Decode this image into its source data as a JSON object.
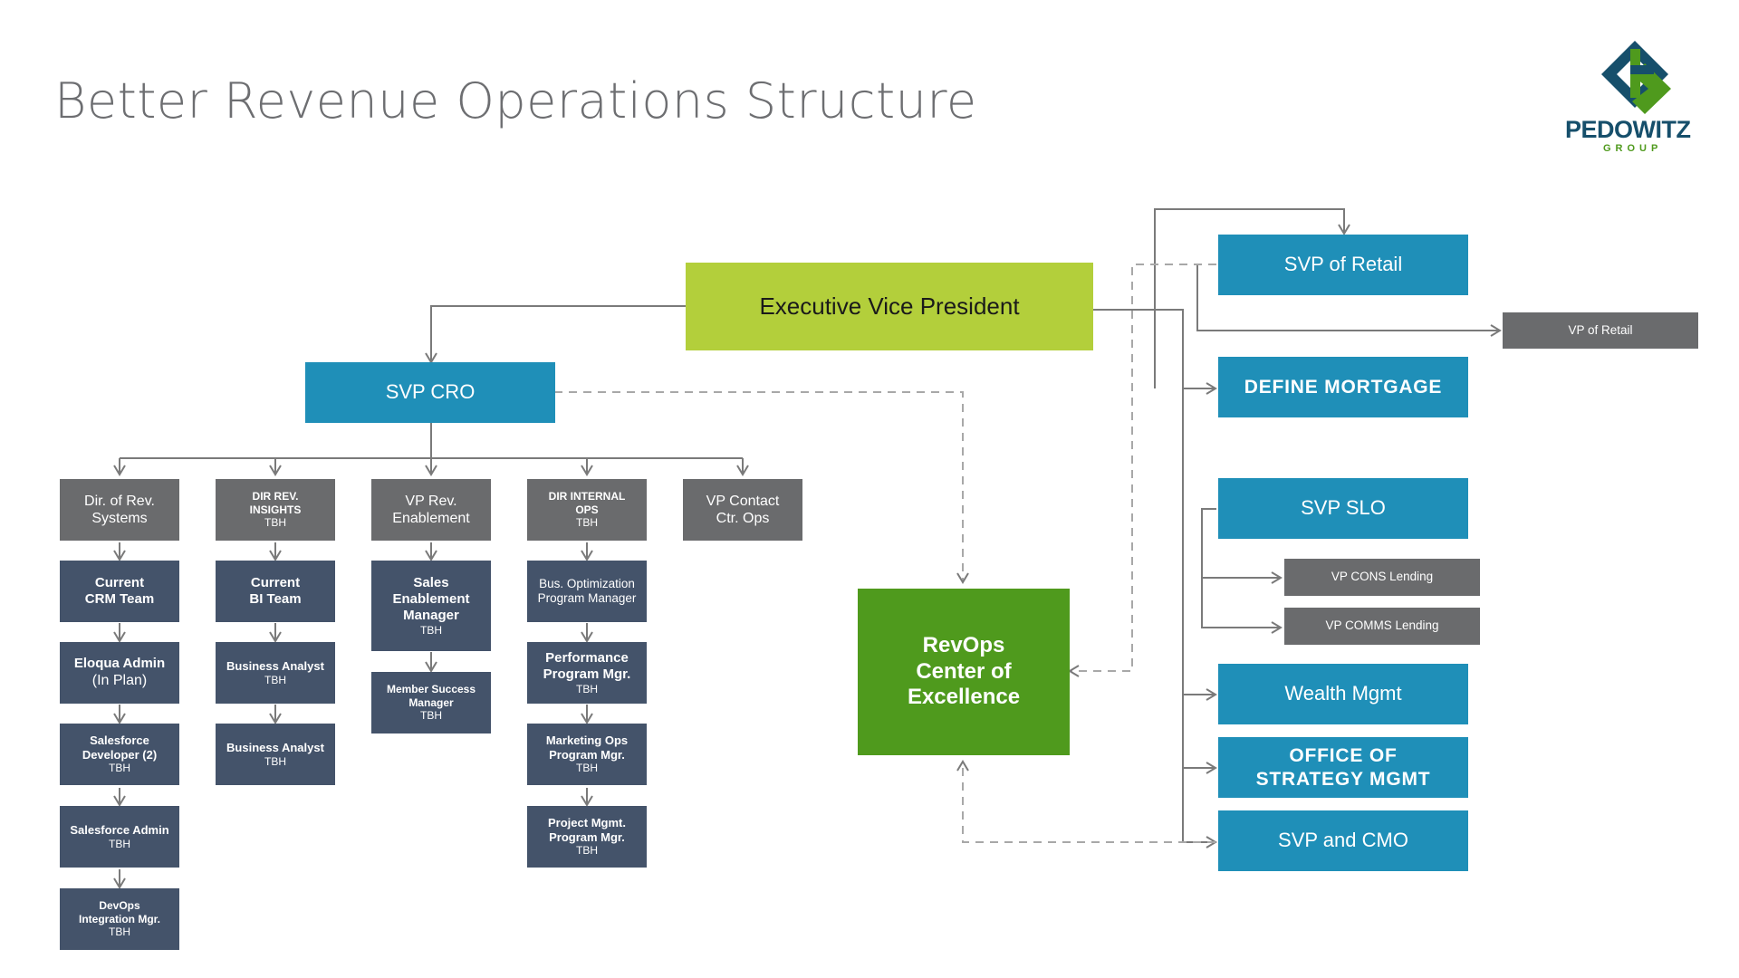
{
  "title": "Better Revenue Operations Structure",
  "logo": {
    "name": "PEDOWITZ",
    "sub": "GROUP"
  },
  "colors": {
    "blue": "#1f8fb8",
    "lime": "#b3cf3b",
    "green": "#4f9a1d",
    "grey": "#6a6b6d",
    "navy": "#44536a",
    "line": "#7a7a7a"
  },
  "evp": "Executive Vice President",
  "svp_cro": "SVP CRO",
  "coe": {
    "line1": "RevOps",
    "line2": "Center of",
    "line3": "Excellence"
  },
  "right": {
    "svp_retail": "SVP of Retail",
    "vp_retail": "VP of Retail",
    "define_mortgage": "DEFINE MORTGAGE",
    "svp_slo": "SVP SLO",
    "vp_cons": "VP CONS Lending",
    "vp_comms": "VP COMMS Lending",
    "wealth": "Wealth Mgmt",
    "strategy_line1": "OFFICE OF",
    "strategy_line2": "STRATEGY MGMT",
    "svp_cmo": "SVP and CMO"
  },
  "col1": {
    "head_l1": "Dir. of Rev.",
    "head_l2": "Systems",
    "crm_l1": "Current",
    "crm_l2": "CRM Team",
    "eloqua_l1": "Eloqua Admin",
    "eloqua_l2": "(In Plan)",
    "sfdev_l1": "Salesforce",
    "sfdev_l2": "Developer (2)",
    "sfdev_tbh": "TBH",
    "sfadmin_l1": "Salesforce Admin",
    "sfadmin_tbh": "TBH",
    "devops_l1": "DevOps",
    "devops_l2": "Integration Mgr.",
    "devops_tbh": "TBH"
  },
  "col2": {
    "head_l1": "DIR REV.",
    "head_l2": "INSIGHTS",
    "head_tbh": "TBH",
    "bi_l1": "Current",
    "bi_l2": "BI Team",
    "ba1_l1": "Business Analyst",
    "ba1_tbh": "TBH",
    "ba2_l1": "Business Analyst",
    "ba2_tbh": "TBH"
  },
  "col3": {
    "head_l1": "VP Rev.",
    "head_l2": "Enablement",
    "sem_l1": "Sales",
    "sem_l2": "Enablement",
    "sem_l3": "Manager",
    "sem_tbh": "TBH",
    "msm_l1": "Member Success",
    "msm_l2": "Manager",
    "msm_tbh": "TBH"
  },
  "col4": {
    "head_l1": "DIR INTERNAL",
    "head_l2": "OPS",
    "head_tbh": "TBH",
    "bus_l1": "Bus. Optimization",
    "bus_l2": "Program Manager",
    "perf_l1": "Performance",
    "perf_l2": "Program Mgr.",
    "perf_tbh": "TBH",
    "mkt_l1": "Marketing Ops",
    "mkt_l2": "Program Mgr.",
    "mkt_tbh": "TBH",
    "pm_l1": "Project Mgmt.",
    "pm_l2": "Program Mgr.",
    "pm_tbh": "TBH"
  },
  "col5": {
    "head_l1": "VP Contact",
    "head_l2": "Ctr. Ops"
  }
}
